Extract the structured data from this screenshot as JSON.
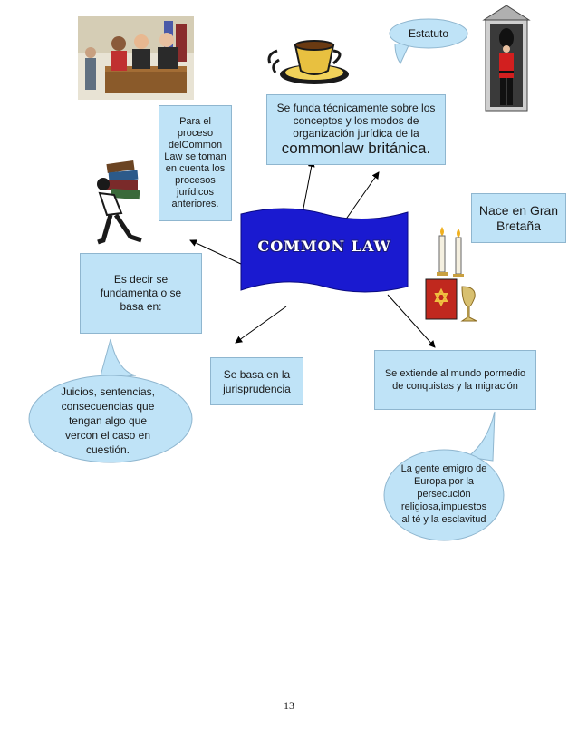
{
  "center": {
    "title": "COMMON LAW"
  },
  "boxes": {
    "proceso": "Para el proceso delCommon Law se toman en cuenta los procesos jurídicos anteriores.",
    "funda_small": "Se funda técnicamente sobre los conceptos y los modos de organización jurídica de la",
    "funda_big": "commonlaw británica.",
    "nace": "Nace en Gran Bretaña",
    "es_decir": "Es decir se fundamenta o se basa en:",
    "jurisprudencia": "Se basa en la jurisprudencia",
    "extiende": "Se extiende al mundo pormedio de conquistas y la migración"
  },
  "bubbles": {
    "estatuto": "Estatuto",
    "juicios": "Juicios, sentencias, consecuencias que tengan algo que vercon el caso en cuestión.",
    "gente": "La gente emigro de Europa por la persecución religiosa,impuestos al té y la esclavitud"
  },
  "page_number": "13",
  "colors": {
    "box_fill": "#bfe3f7",
    "banner_fill": "#1a1ad0",
    "arrow": "#000000"
  }
}
